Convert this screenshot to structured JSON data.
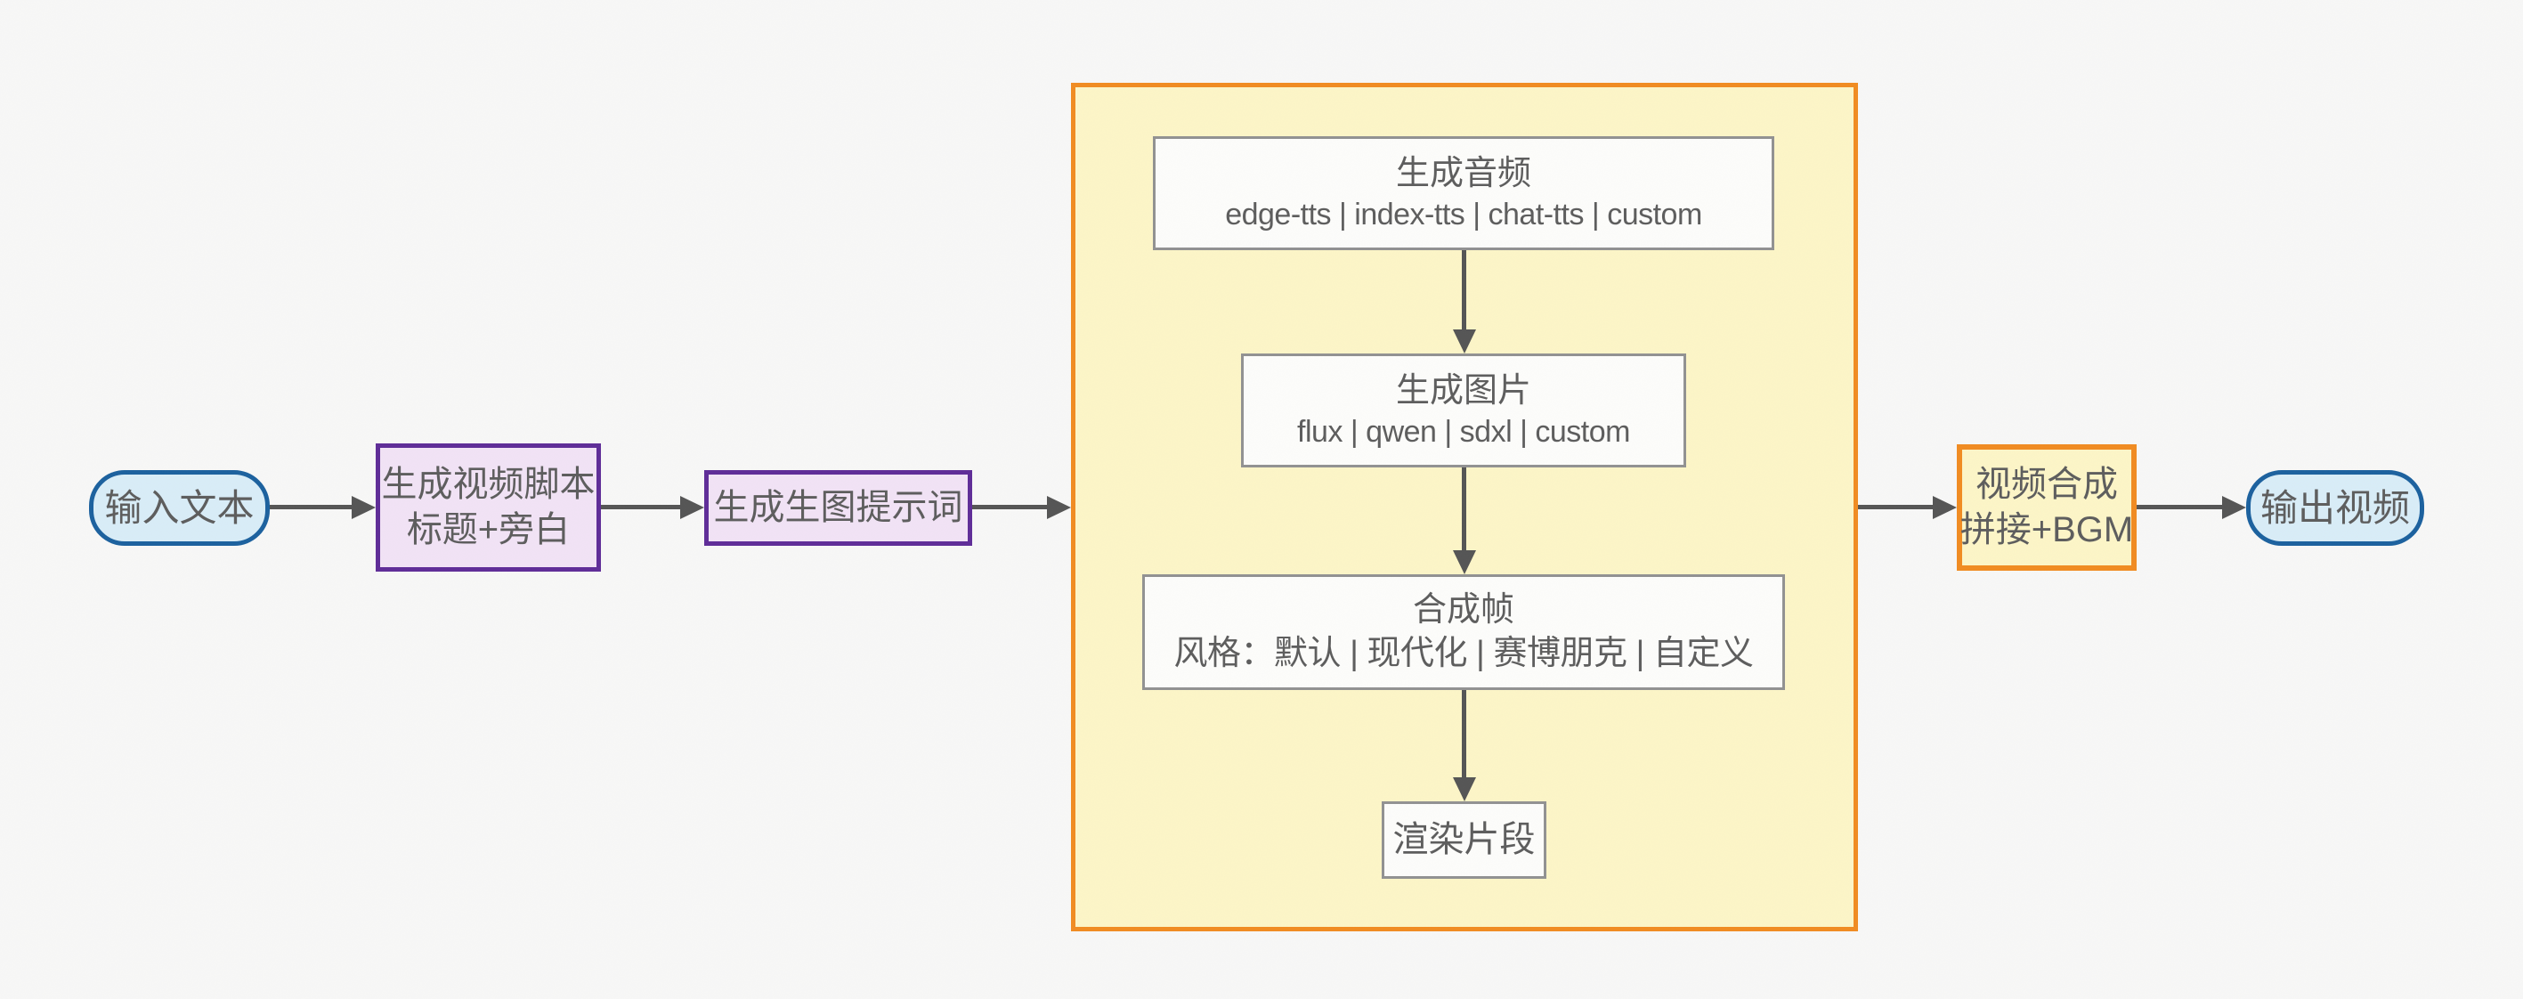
{
  "diagram": {
    "type": "flowchart",
    "direction": "left-to-right",
    "nodes": {
      "input": {
        "shape": "stadium",
        "label": "输入文本"
      },
      "script": {
        "shape": "rect",
        "line1": "生成视频脚本",
        "line2": "标题+旁白"
      },
      "prompt": {
        "shape": "rect",
        "label": "生成生图提示词"
      },
      "segment_group": {
        "shape": "container",
        "children": [
          "audio",
          "image",
          "frame",
          "render"
        ]
      },
      "audio": {
        "shape": "rect",
        "title": "生成音频",
        "options": "edge-tts | index-tts | chat-tts | custom"
      },
      "image": {
        "shape": "rect",
        "title": "生成图片",
        "options": "flux | qwen | sdxl | custom"
      },
      "frame": {
        "shape": "rect",
        "title": "合成帧",
        "options": "风格：默认 | 现代化 | 赛博朋克 | 自定义"
      },
      "render": {
        "shape": "rect",
        "label": "渲染片段"
      },
      "compose": {
        "shape": "rect",
        "line1": "视频合成",
        "line2": "拼接+BGM"
      },
      "output": {
        "shape": "stadium",
        "label": "输出视频"
      }
    },
    "edges": [
      {
        "from": "input",
        "to": "script"
      },
      {
        "from": "script",
        "to": "prompt"
      },
      {
        "from": "prompt",
        "to": "segment_group"
      },
      {
        "from": "audio",
        "to": "image"
      },
      {
        "from": "image",
        "to": "frame"
      },
      {
        "from": "frame",
        "to": "render"
      },
      {
        "from": "segment_group",
        "to": "compose"
      },
      {
        "from": "compose",
        "to": "output"
      }
    ],
    "colors": {
      "bg": "#f8f8f7",
      "text": "#5c5c5c",
      "arrow": "#545454",
      "blue_border": "#1a609e",
      "blue_fill": "#d9edf8",
      "purple_border": "#5e2b97",
      "purple_fill": "#f2e3f6",
      "orange_border": "#f18b20",
      "yellow_fill": "#fdf6c7",
      "inner_border": "#919191",
      "inner_fill": "#fdfdfb"
    }
  }
}
